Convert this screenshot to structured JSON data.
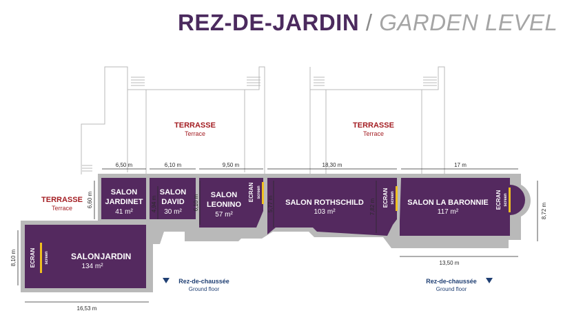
{
  "header": {
    "title_fr": "REZ-DE-JARDIN",
    "separator": "/",
    "title_en": "GARDEN LEVEL"
  },
  "rooms": [
    {
      "name_line1": "SALON",
      "name_line2": "JARDIN",
      "area": "134 m²",
      "width": "16,53 m",
      "depth": "8,10 m",
      "screen_fr": "ECRAN",
      "screen_en": "screen"
    },
    {
      "name_line1": "SALON",
      "name_line2": "JARDINET",
      "area": "41 m²",
      "width": "6,50 m",
      "depth": "6,60 m"
    },
    {
      "name_line1": "SALON",
      "name_line2": "DAVID",
      "area": "30 m²",
      "width": "6,10 m",
      "depth": "4,94 m"
    },
    {
      "name_line1": "SALON",
      "name_line2": "LEONINO",
      "area": "57 m²",
      "width": "9,50 m",
      "depth": "6,10 m",
      "screen_fr": "ECRAN",
      "screen_en": "screen"
    },
    {
      "name_line1": "SALON ROTHSCHILD",
      "area": "103 m²",
      "width": "18,30 m",
      "depth": "5,77 m",
      "depth2": "7,82 m",
      "screen_fr": "ECRAN",
      "screen_en": "screen"
    },
    {
      "name_line1": "SALON LA BARONNIE",
      "area": "117 m²",
      "width": "17 m",
      "depth": "8,72 m",
      "width2": "13,50 m",
      "screen_fr": "ECRAN",
      "screen_en": "screen"
    }
  ],
  "terraces": [
    {
      "fr": "TERRASSE",
      "en": "Terrace"
    },
    {
      "fr": "TERRASSE",
      "en": "Terrace"
    },
    {
      "fr": "TERRASSE",
      "en": "Terrace"
    }
  ],
  "exits": [
    {
      "fr": "Rez-de-chaussée",
      "en": "Ground floor"
    },
    {
      "fr": "Rez-de-chaussée",
      "en": "Ground floor"
    }
  ],
  "colors": {
    "room": "#54295f",
    "wall": "#b9b9b9",
    "title": "#4b2a5e",
    "terrace": "#a31d22",
    "exit": "#1f3f73",
    "screen": "#f0c020"
  }
}
